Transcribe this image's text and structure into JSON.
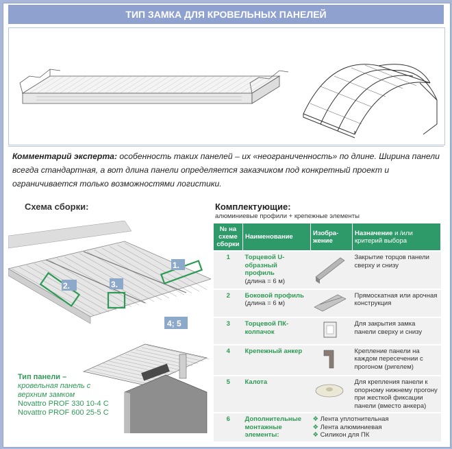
{
  "header": {
    "title": "ТИП ЗАМКА ДЛЯ КРОВЕЛЬНЫХ ПАНЕЛЕЙ"
  },
  "comment": {
    "label": "Комментарий эксперта:",
    "text": " особенность таких панелей – их «неограниченность» по длине. Ширина панели всегда стандартная, а вот длина панели определяется заказчиком под конкретный проект и ограничивается только возможностями логистики."
  },
  "scheme": {
    "title": "Схема сборки:",
    "labels": [
      "1.",
      "2.",
      "3.",
      "4; 5"
    ],
    "panel_type": {
      "title": "Тип панели –",
      "desc_line1": "кровельная панель с",
      "desc_line2": "верхним замком",
      "models": [
        "Novattro PROF 330 10-4 C",
        "Novattro PROF 600 25-5 C"
      ]
    }
  },
  "kit": {
    "title": "Комплектующие:",
    "subtitle": "алюминиевые профили + крепежные элементы",
    "headers": {
      "num": "№ на схеме сборки",
      "name": "Наименование",
      "image": "Изобра-жение",
      "purpose_a": "Назначение",
      "purpose_b": " и /или критерий выбора"
    },
    "rows": [
      {
        "num": "1",
        "name": "Торцевой U-образный профиль",
        "sub": "(длина = 6 м)",
        "purpose": "Закрытие торцов панели сверху и снизу"
      },
      {
        "num": "2",
        "name": "Боковой профиль",
        "sub": "(длина = 6 м)",
        "purpose": "Прямоскатная или арочная конструкция"
      },
      {
        "num": "3",
        "name": "Торцевой ПК-колпачок",
        "sub": "",
        "purpose": "Для закрытия замка панели сверху и снизу"
      },
      {
        "num": "4",
        "name": "Крепежный анкер",
        "sub": "",
        "purpose": "Крепление панели на каждом пересечении с прогоном (ригелем)"
      },
      {
        "num": "5",
        "name": "Калота",
        "sub": "",
        "purpose": "Для крепления панели к опорному нижнему прогону при жесткой фиксации панели (вместо анкера)"
      },
      {
        "num": "6",
        "name": "Дополнительные монтажные элементы:",
        "sub": "",
        "items": [
          "Лента уплотнительная",
          "Лента алюминиевая",
          "Силикон для ПК"
        ]
      }
    ]
  }
}
